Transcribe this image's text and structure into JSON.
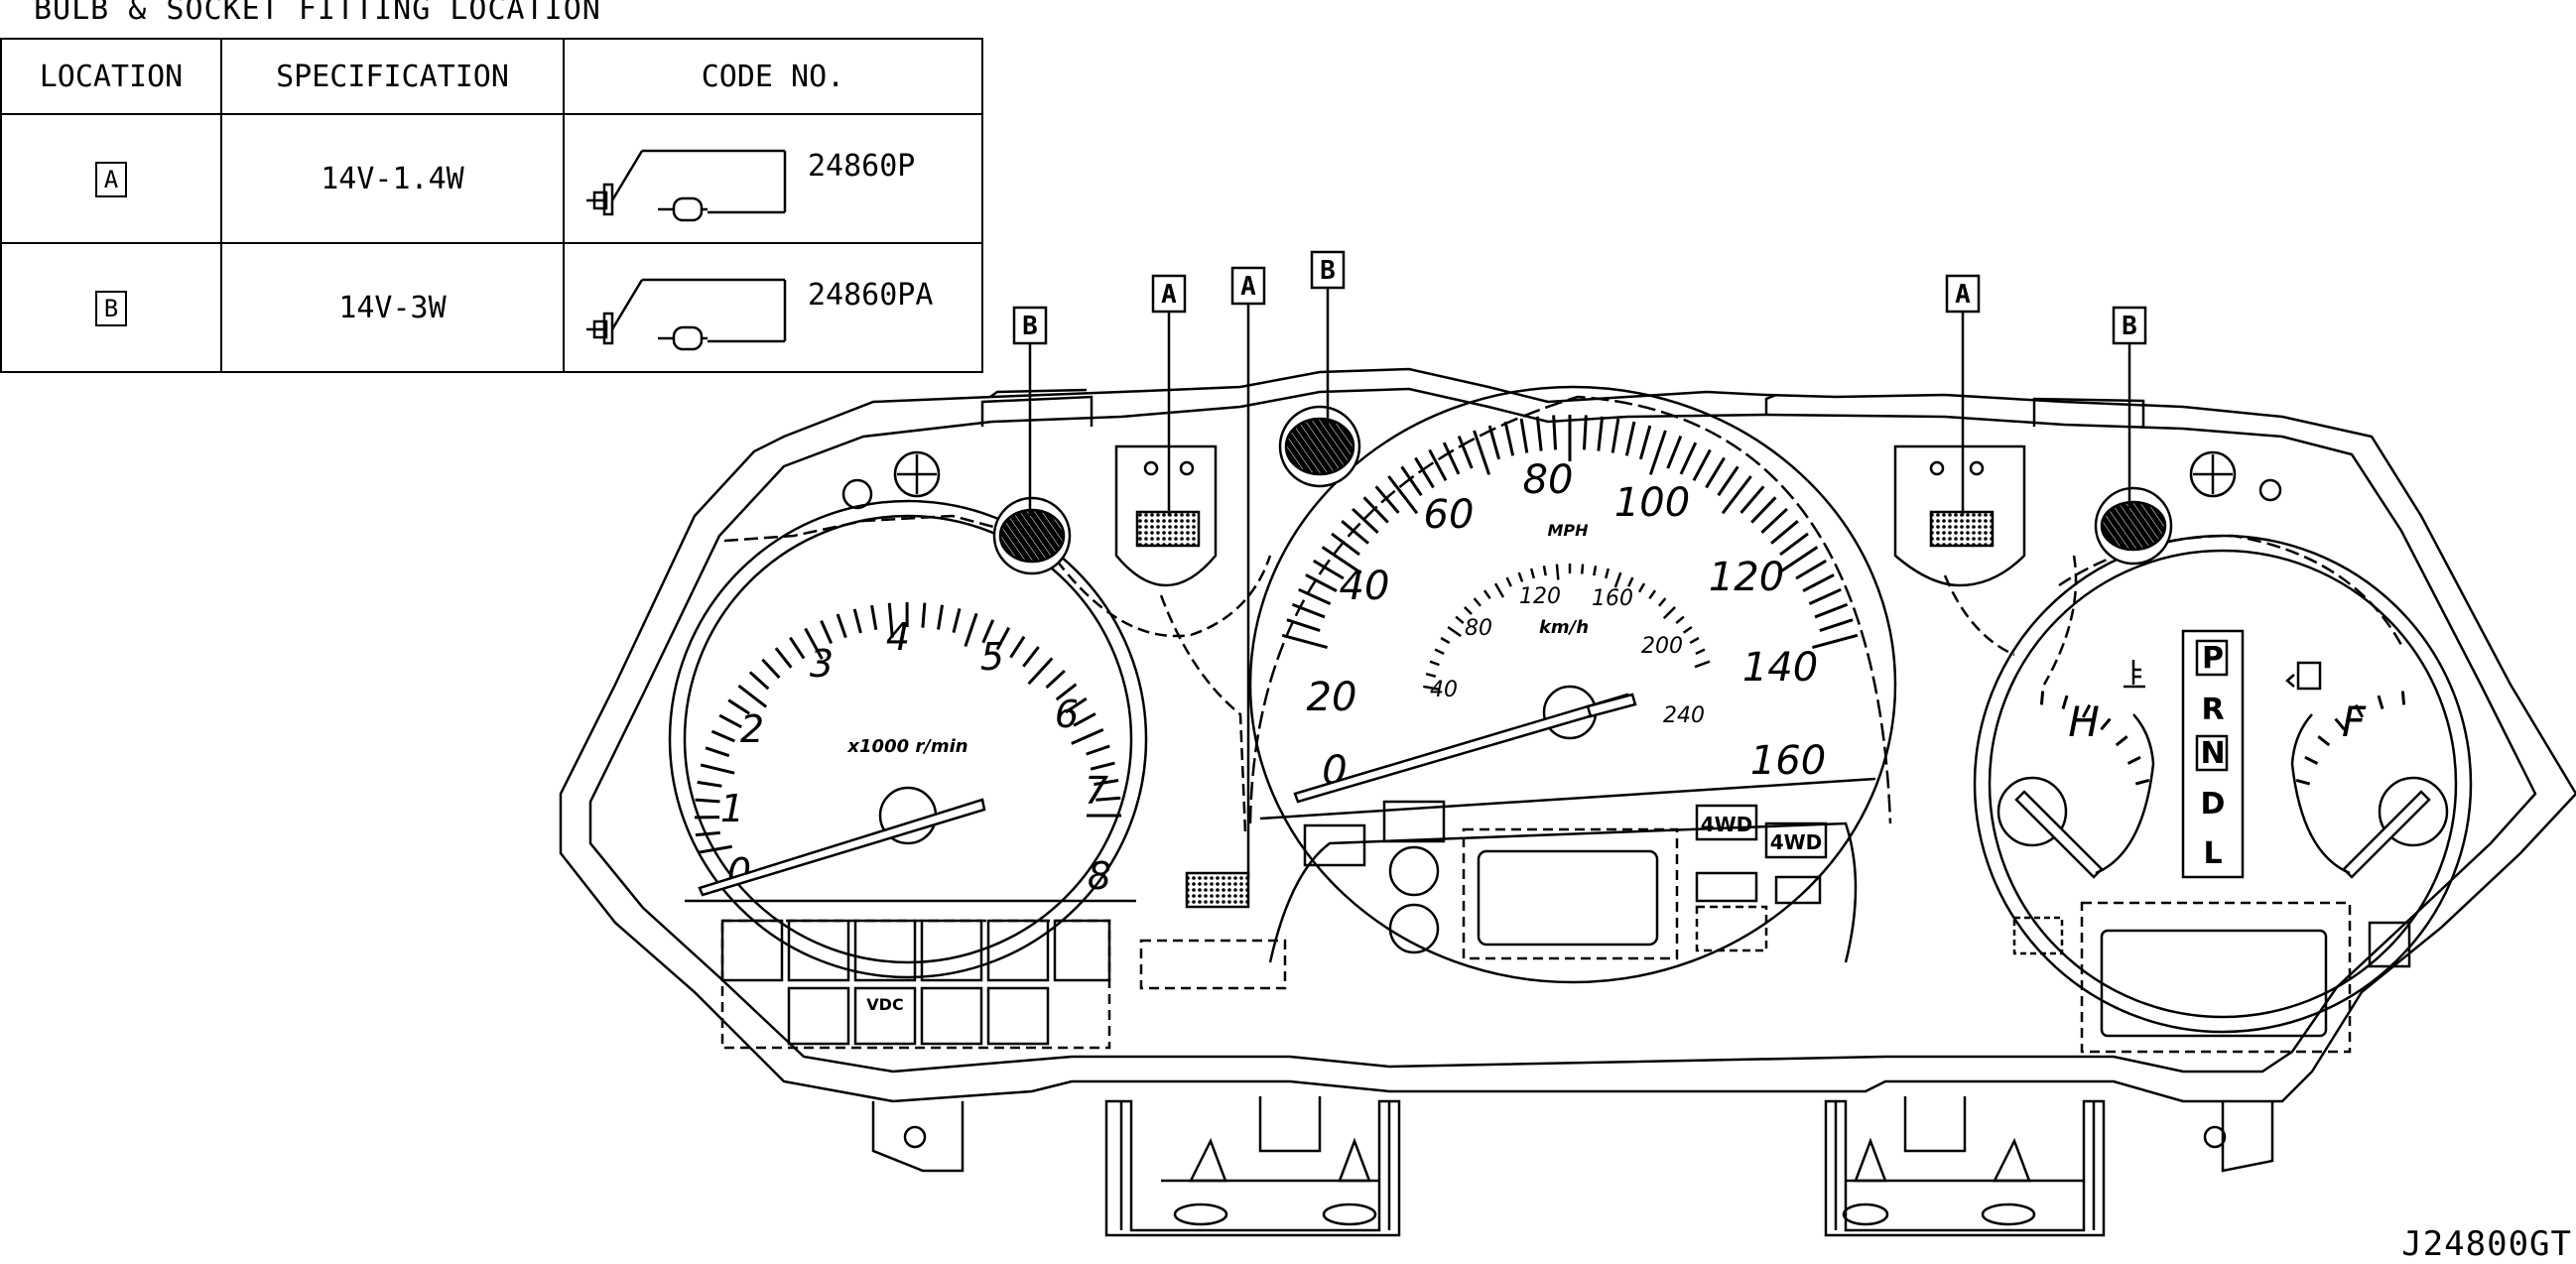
{
  "page": {
    "title": "BULB & SOCKET  FITTING LOCATION",
    "reference": "J24800GT"
  },
  "table": {
    "headers": {
      "location": "LOCATION",
      "specification": "SPECIFICATION",
      "code": "CODE NO."
    },
    "rows": [
      {
        "location": "A",
        "specification": "14V-1.4W",
        "code": "24860P"
      },
      {
        "location": "B",
        "specification": "14V-3W",
        "code": "24860PA"
      }
    ]
  },
  "cluster": {
    "callouts": [
      "B",
      "A",
      "A",
      "B",
      "A",
      "B"
    ],
    "tachometer": {
      "unit": "x1000 r/min",
      "ticks": [
        "0",
        "1",
        "2",
        "3",
        "4",
        "5",
        "6",
        "7",
        "8"
      ]
    },
    "speedometer": {
      "unit_mph": "MPH",
      "unit_kmh": "km/h",
      "mph_ticks": [
        "0",
        "20",
        "40",
        "60",
        "80",
        "100",
        "120",
        "140",
        "160"
      ],
      "kmh_ticks": [
        "40",
        "80",
        "120",
        "160",
        "200",
        "240"
      ]
    },
    "temp_gauge": {
      "hot": "H"
    },
    "fuel_gauge": {
      "full": "F"
    },
    "gear_indicator": [
      "P",
      "R",
      "N",
      "D",
      "L"
    ],
    "indicators": {
      "four_wd_1": "4WD",
      "four_wd_2": "4WD",
      "vdc": "VDC"
    }
  }
}
